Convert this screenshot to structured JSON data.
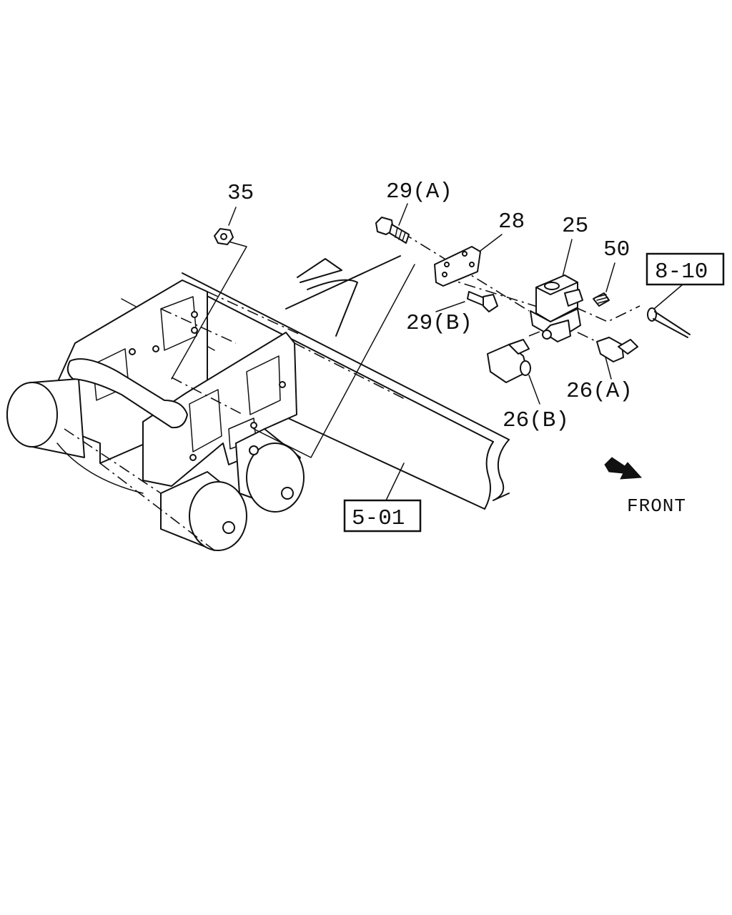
{
  "callouts": {
    "p35": "35",
    "p29a": "29(A)",
    "p28": "28",
    "p25": "25",
    "p50": "50",
    "p29b": "29(B)",
    "p26a": "26(A)",
    "p26b": "26(B)"
  },
  "references": {
    "ref_8_10": "8-10",
    "ref_5_01": "5-01"
  },
  "orientation": {
    "front_label": "FRONT",
    "icon": "arrow-icon"
  }
}
